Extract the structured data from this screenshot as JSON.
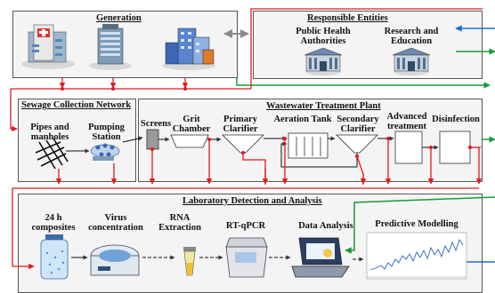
{
  "generation": {
    "title": "Generation"
  },
  "entities": {
    "title": "Responsible Entities",
    "public_health": [
      "Public Health",
      "Authorities"
    ],
    "research": [
      "Research and",
      "Education"
    ]
  },
  "sewage": {
    "title": "Sewage Collection Network",
    "pipes": [
      "Pipes and",
      "manholes"
    ],
    "pumping": [
      "Pumping",
      "Station"
    ]
  },
  "plant": {
    "title": "Wastewater Treatment Plant",
    "screens": [
      "Screens"
    ],
    "grit": [
      "Grit",
      "Chamber"
    ],
    "primary": [
      "Primary",
      "Clarifier"
    ],
    "aeration": [
      "Aeration Tank"
    ],
    "secondary": [
      "Secondary",
      "Clarifier"
    ],
    "advanced": [
      "Advanced",
      "treatment"
    ],
    "disinfection": [
      "Disinfection"
    ]
  },
  "lab": {
    "title": "Laboratory Detection and Analysis",
    "composites": [
      "24 h",
      "composites"
    ],
    "virus": [
      "Virus",
      "concentration"
    ],
    "rna": [
      "RNA",
      "Extraction"
    ],
    "rtqpcr": [
      "RT-qPCR"
    ],
    "analysis": [
      "Data Analysis"
    ],
    "modelling": [
      "Predictive Modelling"
    ]
  },
  "colors": {
    "red": "#e0191d",
    "green": "#1a9a3a",
    "blue": "#1c6fd1",
    "gray": "#8a8a8a"
  }
}
